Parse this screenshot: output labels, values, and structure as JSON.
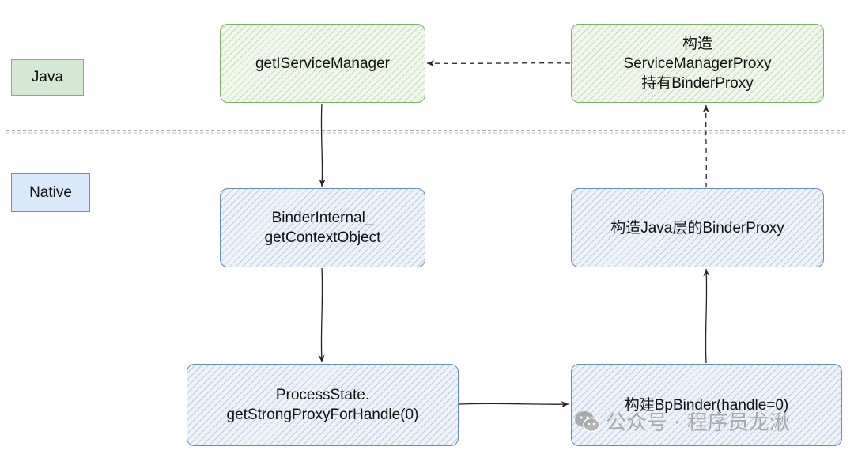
{
  "lanes": {
    "java_label": "Java",
    "native_label": "Native"
  },
  "nodes": {
    "get_iservice_manager": "getIServiceManager",
    "service_manager_proxy": "构造\nServiceManagerProxy\n持有BinderProxy",
    "binder_internal": "BinderInternal_\ngetContextObject",
    "java_binder_proxy": "构造Java层的BinderProxy",
    "process_state": "ProcessState.\ngetStrongProxyForHandle(0)",
    "bp_binder": "构建BpBinder(handle=0)"
  },
  "watermark": {
    "text": "公众号 · 程序员龙湫",
    "icon": "wechat-icon"
  },
  "colors": {
    "java_fill": "#d5e8d4",
    "java_stroke": "#82b366",
    "native_fill": "#dae8fc",
    "native_stroke": "#6c8ebf",
    "edge": "#222222"
  }
}
